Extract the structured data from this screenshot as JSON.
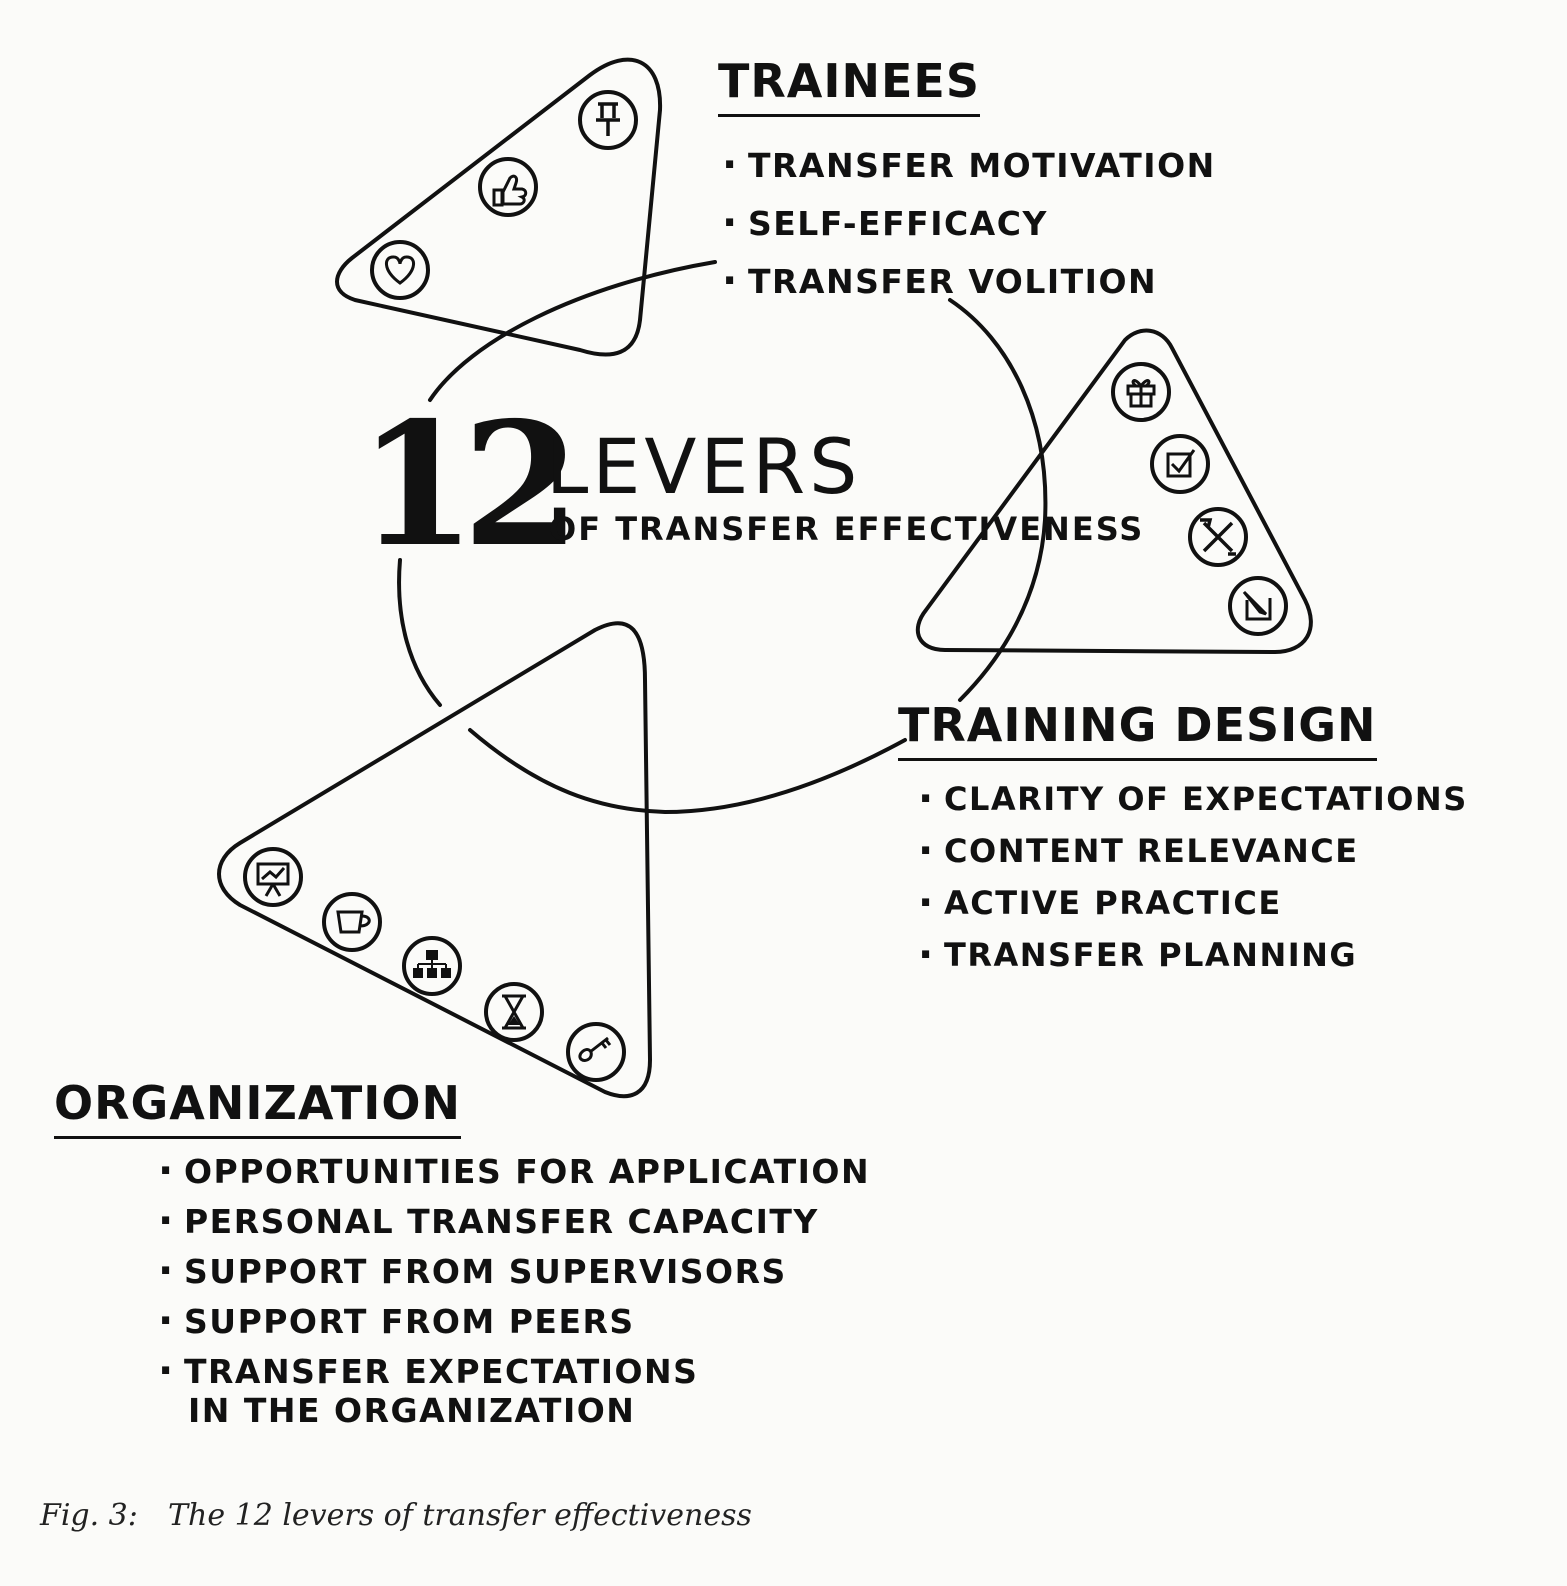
{
  "title": {
    "number": "12",
    "word": "LEVERS",
    "subtitle": "of transfer effectiveness"
  },
  "groups": {
    "trainees": {
      "heading": "Trainees",
      "items": [
        "Transfer motivation",
        "Self-efficacy",
        "Transfer volition"
      ],
      "icons": [
        "heart-icon",
        "thumbs-up-icon",
        "pushpin-icon"
      ]
    },
    "training_design": {
      "heading": "Training design",
      "items": [
        "Clarity of expectations",
        "Content relevance",
        "Active practice",
        "Transfer planning"
      ],
      "icons": [
        "gift-icon",
        "checkbox-icon",
        "tools-icon",
        "pencil-note-icon"
      ]
    },
    "organization": {
      "heading": "Organization",
      "items": [
        "Opportunities for application",
        "Personal transfer capacity",
        "Support from supervisors",
        "Support from peers"
      ],
      "last_item_line1": "Transfer expectations",
      "last_item_line2": "in the organization",
      "icons": [
        "presentation-board-icon",
        "coffee-cup-icon",
        "org-chart-icon",
        "hourglass-icon",
        "key-icon"
      ]
    }
  },
  "caption": {
    "label": "Fig. 3:",
    "text": "The 12 levers of transfer effectiveness"
  }
}
